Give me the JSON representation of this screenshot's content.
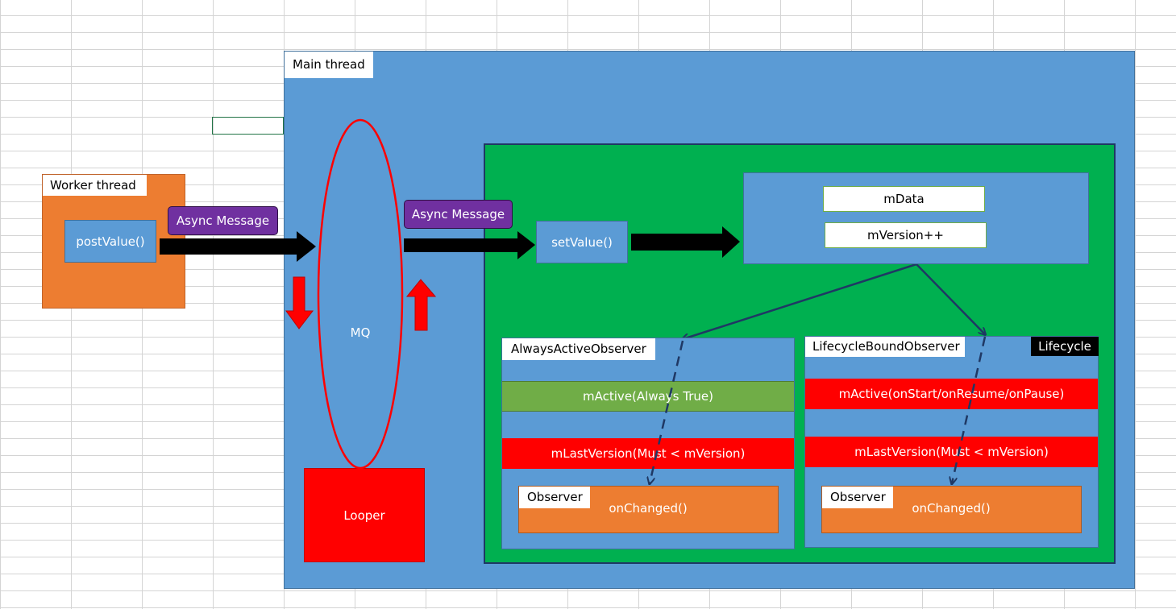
{
  "worker": {
    "label": "Worker thread",
    "post_value": "postValue()",
    "async_message": "Async Message"
  },
  "main": {
    "label": "Main thread",
    "mq": "MQ",
    "looper": "Looper",
    "async_message": "Async Message",
    "set_value": "setValue()"
  },
  "livedata": {
    "m_data": "mData",
    "m_version": "mVersion++"
  },
  "always_observer": {
    "title": "AlwaysActiveObserver",
    "m_active": "mActive(Always True)",
    "m_last_version": "mLastVersion(Must < mVersion)",
    "observer_label": "Observer",
    "on_changed": "onChanged()"
  },
  "lifecycle_observer": {
    "title": "LifecycleBoundObserver",
    "lifecycle_tag": "Lifecycle",
    "m_active": "mActive(onStart/onResume/onPause)",
    "m_last_version": "mLastVersion(Must < mVersion)",
    "observer_label": "Observer",
    "on_changed": "onChanged()"
  },
  "colors": {
    "main_thread_bg": "#5b9bd5",
    "livedata_bg": "#00b050",
    "worker_bg": "#ed7d31",
    "async_message_bg": "#7030a0",
    "red": "#ff0000",
    "green_bar": "#70ad47"
  }
}
